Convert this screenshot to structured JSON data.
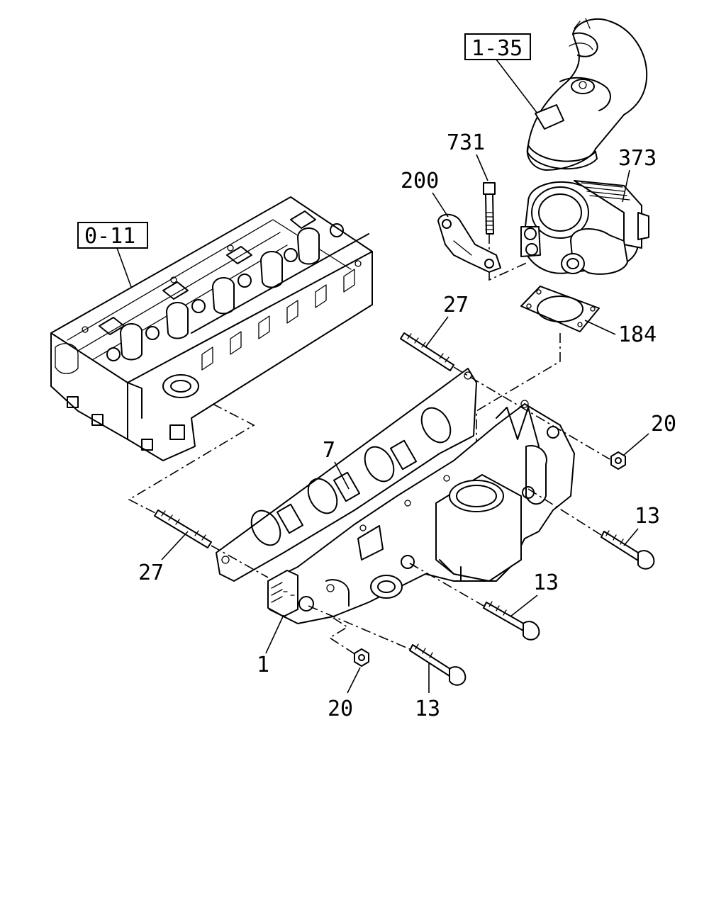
{
  "references": {
    "ref_1_35": "1-35",
    "ref_0_11": "0-11"
  },
  "callouts": {
    "c731": "731",
    "c373": "373",
    "c200": "200",
    "c184": "184",
    "c27_top": "27",
    "c20_right": "20",
    "c7": "7",
    "c13_right": "13",
    "c27_left": "27",
    "c13_mid": "13",
    "c1": "1",
    "c20_bottom": "20",
    "c13_bottom": "13"
  }
}
